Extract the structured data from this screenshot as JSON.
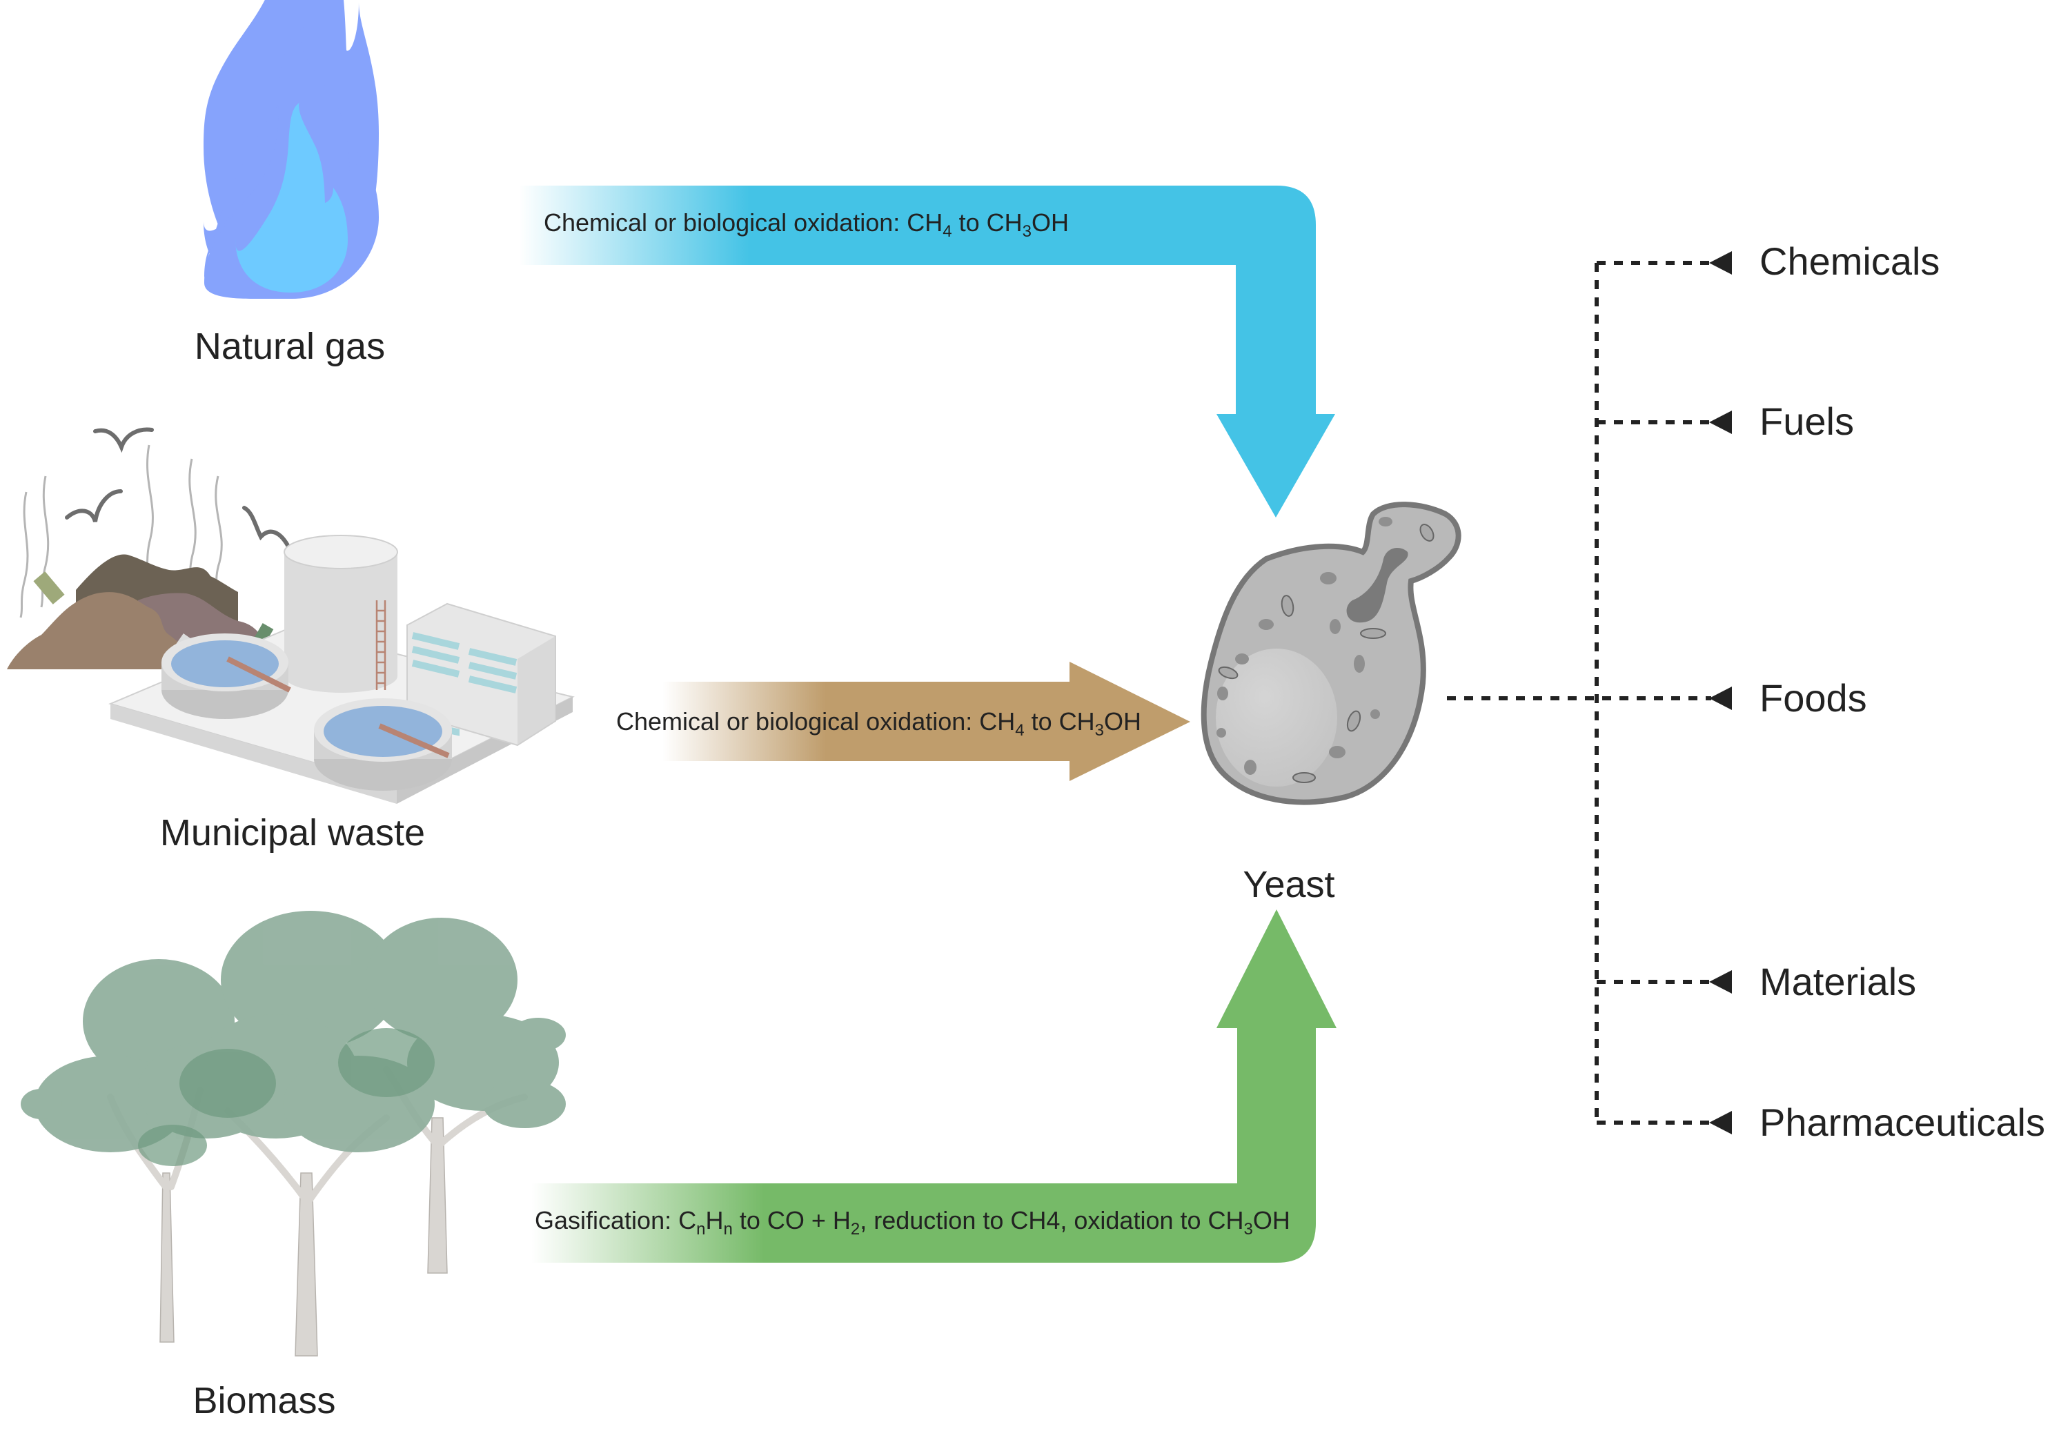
{
  "figure": {
    "title": "Methanol-based yeast bioproduction from C1 feedstocks"
  },
  "sources": [
    {
      "id": "natural-gas",
      "label": "Natural gas",
      "icon": "flame-icon"
    },
    {
      "id": "municipal-waste",
      "label": "Municipal waste",
      "icon": "landfill-and-treatment-plant-icon"
    },
    {
      "id": "biomass",
      "label": "Biomass",
      "icon": "trees-icon"
    }
  ],
  "arrows": [
    {
      "id": "natural-gas-arrow",
      "from": "Natural gas",
      "to": "Yeast",
      "text_parts": [
        "Chemical or biological oxidation: CH",
        "4",
        " to CH",
        "3",
        "OH"
      ],
      "color": "#44c3e6"
    },
    {
      "id": "municipal-waste-arrow",
      "from": "Municipal waste",
      "to": "Yeast",
      "text_parts": [
        "Chemical or biological oxidation: CH",
        "4",
        " to CH",
        "3",
        "OH"
      ],
      "color": "#bf9d6c"
    },
    {
      "id": "biomass-arrow",
      "from": "Biomass",
      "to": "Yeast",
      "text_parts": [
        "Gasification: C",
        "n",
        "H",
        "n",
        " to CO + H",
        "2",
        ", reduction to CH4,  oxidation to CH",
        "3",
        "OH"
      ],
      "color": "#76ba68"
    }
  ],
  "center": {
    "label": "Yeast",
    "icon": "yeast-cell-icon"
  },
  "products": [
    {
      "label": "Chemicals"
    },
    {
      "label": "Fuels"
    },
    {
      "label": "Foods"
    },
    {
      "label": "Materials"
    },
    {
      "label": "Pharmaceuticals"
    }
  ],
  "colors": {
    "text": "#222222",
    "flame_outer": "#86a3fc",
    "flame_inner": "#6ecaff",
    "yeast_body": "#b9b9b9",
    "yeast_outline": "#777777",
    "tree_foliage": "#8fae9c",
    "tree_trunk": "#d9d6d2"
  }
}
